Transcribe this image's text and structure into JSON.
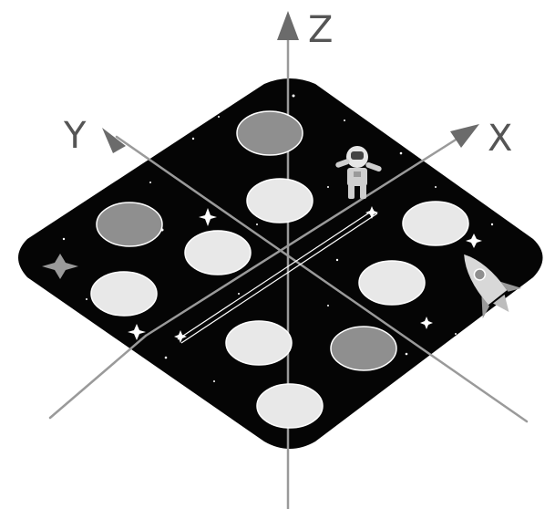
{
  "axes": {
    "x": {
      "label": "X"
    },
    "y": {
      "label": "Y"
    },
    "z": {
      "label": "Z"
    }
  },
  "colors": {
    "board": "#050505",
    "axis_line": "#9a9a9a",
    "arrow_head": "#6b6b6b",
    "dark_disc": "#8f8f8f",
    "light_disc": "#e8e8e8",
    "disc_outline": "#ffffff",
    "star": "#ffffff"
  },
  "board": {
    "discs": [
      {
        "name": "top-back-disc",
        "tone": "dark"
      },
      {
        "name": "top-front-disc",
        "tone": "light"
      },
      {
        "name": "left-back-disc",
        "tone": "dark"
      },
      {
        "name": "left-front-disc",
        "tone": "light"
      },
      {
        "name": "left-outer-disc",
        "tone": "light"
      },
      {
        "name": "right-back-disc",
        "tone": "light"
      },
      {
        "name": "right-front-disc",
        "tone": "light"
      },
      {
        "name": "bottom-front-disc",
        "tone": "light"
      },
      {
        "name": "bottom-right-disc",
        "tone": "dark"
      },
      {
        "name": "bottom-tip-disc",
        "tone": "light"
      }
    ],
    "decorations": {
      "astronaut": "astronaut-icon",
      "rocket": "rocket-icon",
      "sparkle": "sparkle-star-icon"
    }
  }
}
